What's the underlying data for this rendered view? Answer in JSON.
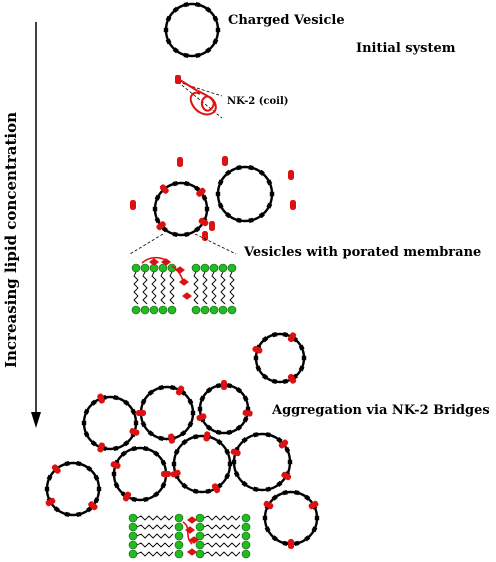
{
  "axis": {
    "label": "Increasing lipid concentration"
  },
  "labels": {
    "charged_vesicle": "Charged Vesicle",
    "initial_system": "Initial system",
    "peptide_coil": "NK-2 (coil)",
    "porated": "Vesicles with porated membrane",
    "aggregation": "Aggregation via NK-2 Bridges"
  },
  "colors": {
    "vesicle": "#000000",
    "peptide": "#dd1111",
    "headgroup": "#22bb22",
    "background": "#ffffff"
  },
  "stages": [
    {
      "name": "initial",
      "items": [
        "charged-vesicle",
        "nk-2-peptide-coil"
      ]
    },
    {
      "name": "porated",
      "items": [
        "vesicle-with-peptides",
        "vesicle",
        "membrane-pore-detail"
      ]
    },
    {
      "name": "aggregation",
      "items": [
        "vesicle-cluster",
        "bridged-bilayers-detail"
      ]
    }
  ]
}
